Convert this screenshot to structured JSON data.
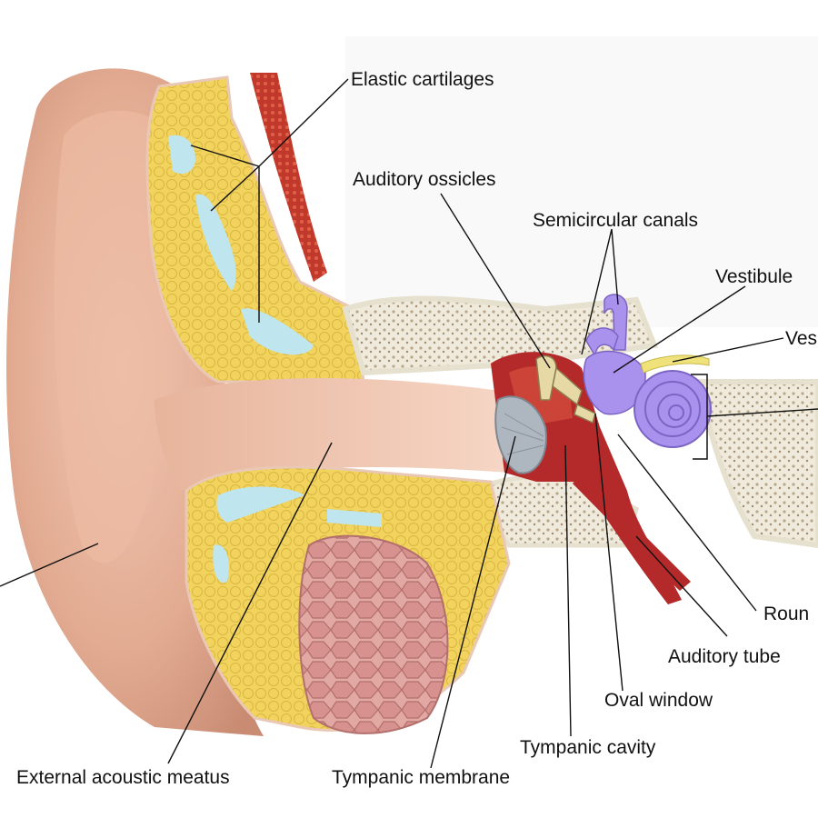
{
  "labels": {
    "elastic_cartilages": "Elastic cartilages",
    "auditory_ossicles": "Auditory ossicles",
    "semicircular_canals": "Semicircular canals",
    "vestibule": "Vestibule",
    "vestibular_nerve_partial": "Ves",
    "round_window_partial": "Roun",
    "auditory_tube": "Auditory tube",
    "oval_window": "Oval window",
    "tympanic_cavity": "Tympanic cavity",
    "tympanic_membrane": "Tympanic membrane",
    "external_acoustic_meatus": "External acoustic meatus"
  },
  "colors": {
    "skin": "#e2ab92",
    "cartilage": "#f2d35e",
    "cartilage_inner": "#bfe6ee",
    "bone": "#efeadb",
    "bone_dots": "#b8a78a",
    "tympanic_red": "#b42a2a",
    "inner_ear_purple": "#a992ee",
    "membrane_gray": "#aeb6bf",
    "gland_pink": "#d7928f",
    "leader_line": "#111111"
  }
}
